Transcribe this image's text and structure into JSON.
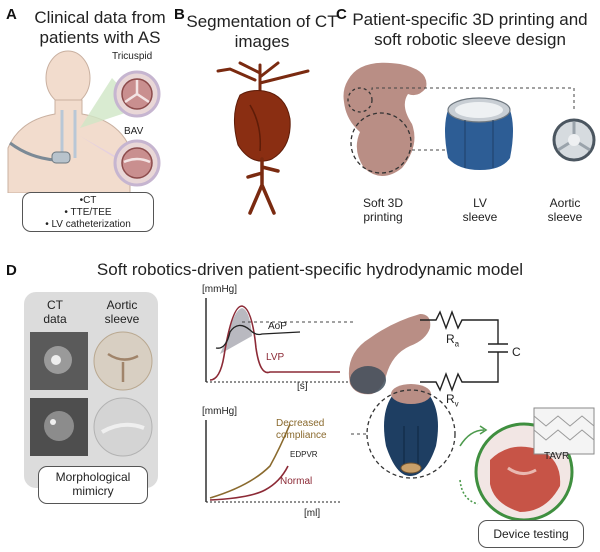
{
  "panels": {
    "a": {
      "letter": "A",
      "title_line1": "Clinical data from",
      "title_line2": "patients with AS",
      "valve1": "Tricuspid",
      "valve2": "BAV",
      "list": [
        "•CT",
        "• TTE/TEE",
        "• LV catheterization"
      ]
    },
    "b": {
      "letter": "B",
      "title_line1": "Segmentation of CT",
      "title_line2": "images"
    },
    "c": {
      "letter": "C",
      "title_line1": "Patient-specific 3D printing and",
      "title_line2": "soft robotic sleeve design",
      "labels": [
        {
          "line1": "Soft 3D",
          "line2": "printing"
        },
        {
          "line1": "LV",
          "line2": "sleeve"
        },
        {
          "line1": "Aortic",
          "line2": "sleeve"
        }
      ]
    },
    "d": {
      "letter": "D",
      "title": "Soft robotics-driven patient-specific hydrodynamic model",
      "col1_line1": "CT",
      "col1_line2": "data",
      "col2_line1": "Aortic",
      "col2_line2": "sleeve",
      "mimicry_line1": "Morphological",
      "mimicry_line2": "mimicry",
      "pressure_time": {
        "ylabel": "[mmHg]",
        "xlabel": "[s]",
        "aop": "AoP",
        "lvp": "LVP"
      },
      "pv": {
        "ylabel": "[mmHg]",
        "xlabel": "[ml]",
        "decreased_line1": "Decreased",
        "decreased_line2": "compliance",
        "edpvr": "EDPVR",
        "normal": "Normal"
      },
      "circuit": {
        "ra": "R",
        "ra_sub": "a",
        "rv": "R",
        "rv_sub": "v",
        "c": "C"
      },
      "tavr": "TAVR",
      "device_testing": "Device testing"
    }
  },
  "colors": {
    "tissue": "#b98e85",
    "heart": "#8a2e12",
    "sleeve_blue": "#2d5d95",
    "lvp": "#8c2a36",
    "decreased": "#8a6a2e"
  }
}
